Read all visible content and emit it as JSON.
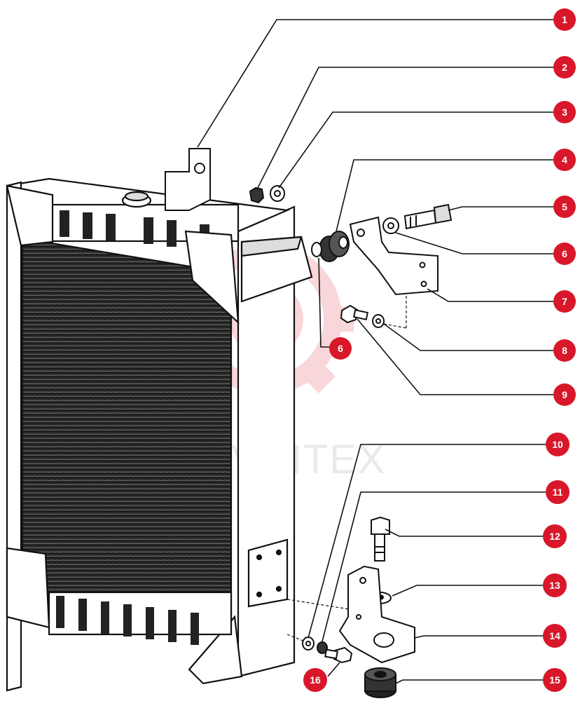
{
  "watermark": {
    "text": "VIHTEX",
    "color": "#f4b6bd"
  },
  "colors": {
    "callout": "#d8172a",
    "ink": "#111111",
    "paper": "#ffffff"
  },
  "callouts": [
    {
      "id": 1,
      "label": "1",
      "part": "upper mounting bracket"
    },
    {
      "id": 2,
      "label": "2",
      "part": "nut"
    },
    {
      "id": 3,
      "label": "3",
      "part": "washer"
    },
    {
      "id": 4,
      "label": "4",
      "part": "rubber bushing"
    },
    {
      "id": 5,
      "label": "5",
      "part": "bolt"
    },
    {
      "id": 6,
      "label": "6",
      "part": "washer"
    },
    {
      "id": 7,
      "label": "7",
      "part": "side bracket"
    },
    {
      "id": 8,
      "label": "8",
      "part": "washer"
    },
    {
      "id": 9,
      "label": "9",
      "part": "bolt"
    },
    {
      "id": 10,
      "label": "10",
      "part": "washer"
    },
    {
      "id": 11,
      "label": "11",
      "part": "washer"
    },
    {
      "id": 12,
      "label": "12",
      "part": "bolt"
    },
    {
      "id": 13,
      "label": "13",
      "part": "washer"
    },
    {
      "id": 14,
      "label": "14",
      "part": "lower support bracket"
    },
    {
      "id": 15,
      "label": "15",
      "part": "rubber mount"
    },
    {
      "id": 16,
      "label": "16",
      "part": "bolt"
    },
    {
      "id": 17,
      "label": "6",
      "part": "washer (second reference)"
    }
  ]
}
